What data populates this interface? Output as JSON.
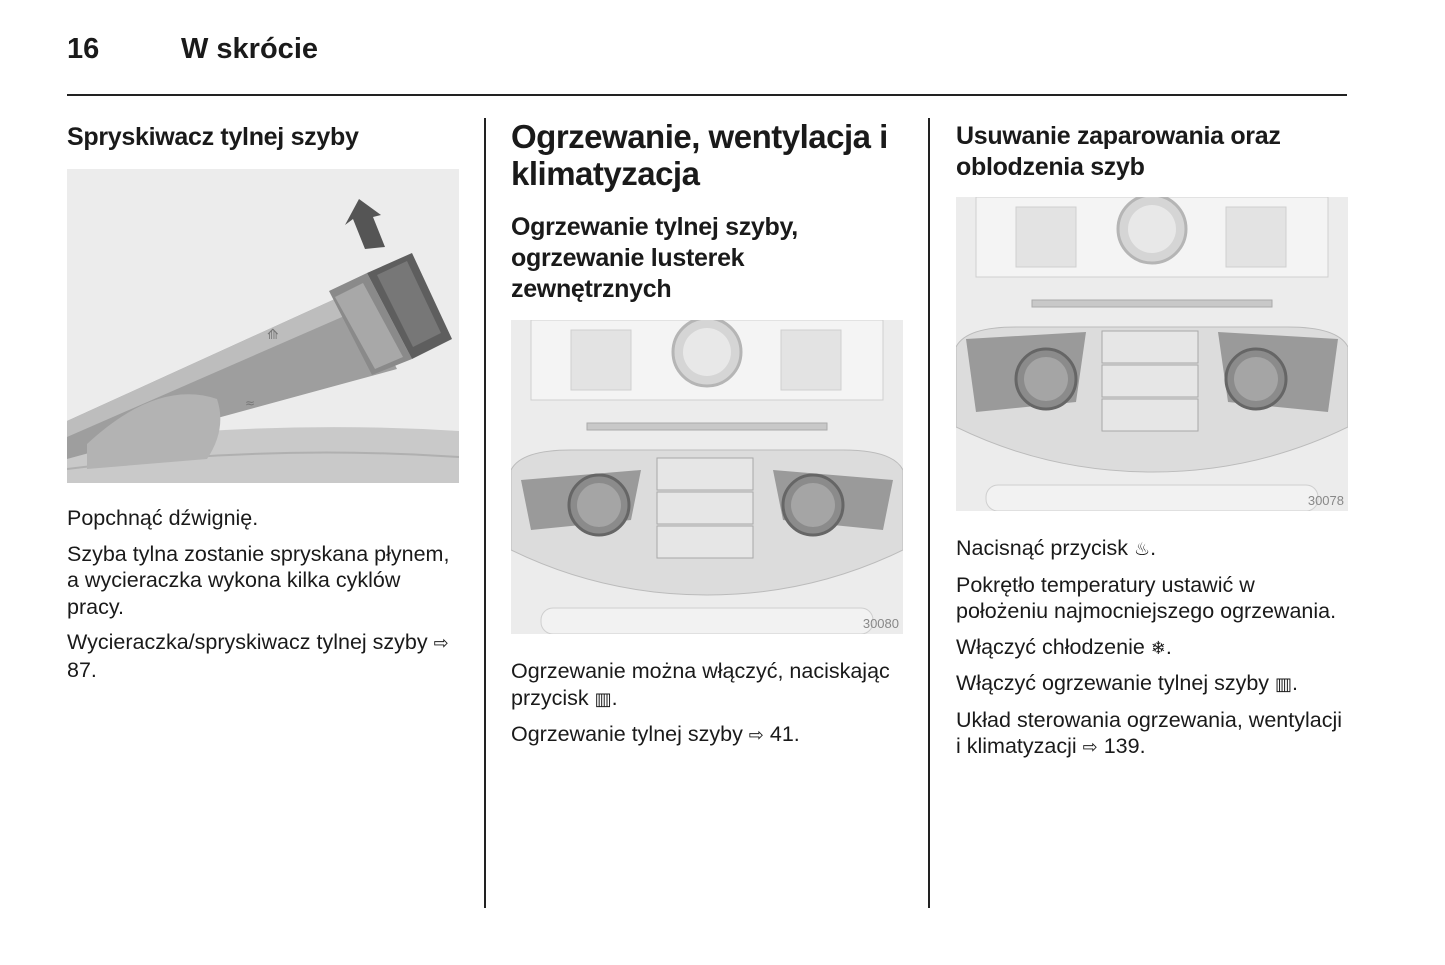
{
  "header": {
    "page_number": "16",
    "section": "W skrócie"
  },
  "col1": {
    "heading": "Spryskiwacz tylnej szyby",
    "paragraphs": [
      "Popchnąć dźwignię.",
      "Szyba tylna zostanie spryskana płynem, a wycieraczka wykona kilka cyklów pracy."
    ],
    "ref_text": "Wycieraczka/spryskiwacz tylnej szyby",
    "ref_arrow": "⇨",
    "ref_page": " 87."
  },
  "col2": {
    "heading": "Ogrzewanie, wentylacja i klimatyzacja",
    "subheading": "Ogrzewanie tylnej szyby, ogrzewanie lusterek zewnętrznych",
    "figure_number": "30080",
    "p1_text": "Ogrzewanie można włączyć, naciskając przycisk ",
    "p1_icon": "▥",
    "p1_end": ".",
    "ref_text": "Ogrzewanie tylnej szyby ",
    "ref_arrow": "⇨",
    "ref_page": " 41."
  },
  "col3": {
    "heading": "Usuwanie zaparowania oraz oblodzenia szyb",
    "figure_number": "30078",
    "p1_text": "Nacisnąć przycisk ",
    "p1_icon": "♨",
    "p1_end": ".",
    "p2": "Pokrętło temperatury ustawić w położeniu najmocniejszego ogrzewania.",
    "p3_text": "Włączyć chłodzenie ",
    "p3_icon": "❄",
    "p3_end": ".",
    "p4_text": "Włączyć ogrzewanie tylnej szyby ",
    "p4_icon": "▥",
    "p4_end": ".",
    "ref_text": "Układ sterowania ogrzewania, wentylacji i klimatyzacji ",
    "ref_arrow": "⇨",
    "ref_page": " 139."
  }
}
